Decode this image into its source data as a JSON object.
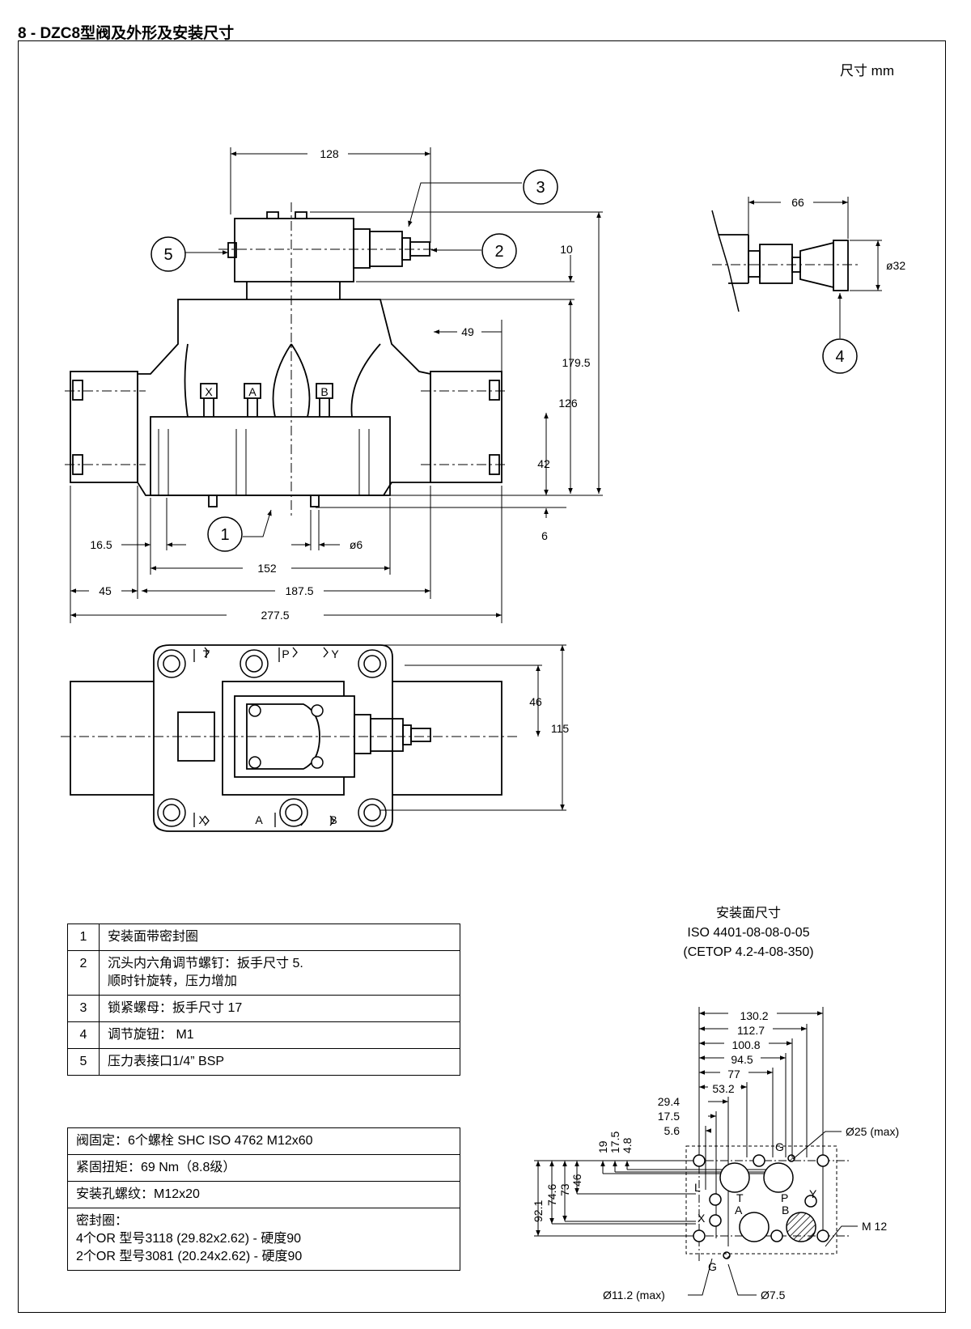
{
  "title": "8 - DZC8型阀及外形及安装尺寸",
  "unit": "尺寸    mm",
  "callouts": [
    "1",
    "2",
    "3",
    "4",
    "5"
  ],
  "dimensions": {
    "d128": "128",
    "d10": "10",
    "d49": "49",
    "d1795": "179.5",
    "d126": "126",
    "d42": "42",
    "d6": "6",
    "d165": "16.5",
    "dphi6": "ø6",
    "d152": "152",
    "d45": "45",
    "d1875": "187.5",
    "d2775": "277.5",
    "d66": "66",
    "dphi32": "ø32",
    "d46": "46",
    "d115": "115"
  },
  "port_labels": {
    "x": "X",
    "a": "A",
    "b": "B",
    "top_t": "T",
    "top_p": "P",
    "top_y": "Y",
    "bot_x": "X",
    "bot_a": "A",
    "bot_b": "B"
  },
  "parts": [
    {
      "no": "1",
      "desc": "安装面带密封圈"
    },
    {
      "no": "2",
      "desc": "沉头内六角调节螺钉：扳手尺寸 5.",
      "desc2": "顺时针旋转，压力增加"
    },
    {
      "no": "3",
      "desc": "锁紧螺母：扳手尺寸 17"
    },
    {
      "no": "4",
      "desc": "调节旋钮：  M1"
    },
    {
      "no": "5",
      "desc": "压力表接口1/4” BSP"
    }
  ],
  "info": {
    "fix": "阀固定：6个螺栓 SHC ISO 4762 M12x60",
    "torque": "紧固扭矩：69 Nm（8.8级）",
    "thread": "安装孔螺纹：M12x20",
    "seal_title": "密封圈：",
    "seal1": "4个OR 型号3118 (29.82x2.62) - 硬度90",
    "seal2": "2个OR 型号3081 (20.24x2.62) - 硬度90"
  },
  "mounting": {
    "title": "安装面尺寸",
    "std1": "ISO 4401-08-08-0-05",
    "std2": "(CETOP 4.2-4-08-350)",
    "h1302": "130.2",
    "h1127": "112.7",
    "h1008": "100.8",
    "h945": "94.5",
    "h77": "77",
    "h532": "53.2",
    "h294": "29.4",
    "h175": "17.5",
    "h56": "5.6",
    "v19": "19",
    "v175": "17.5",
    "v48": "4.8",
    "v921": "92.1",
    "v746": "74.6",
    "v73": "73",
    "v46": "46",
    "phi25": "Ø25 (max)",
    "m12": "M 12",
    "phi112": "Ø11.2 (max)",
    "phi75": "Ø7.5",
    "lbl_g1": "G",
    "lbl_l": "L",
    "lbl_t": "T",
    "lbl_p": "P",
    "lbl_y": "Y",
    "lbl_x": "X",
    "lbl_a": "A",
    "lbl_b": "B",
    "lbl_g2": "G"
  }
}
